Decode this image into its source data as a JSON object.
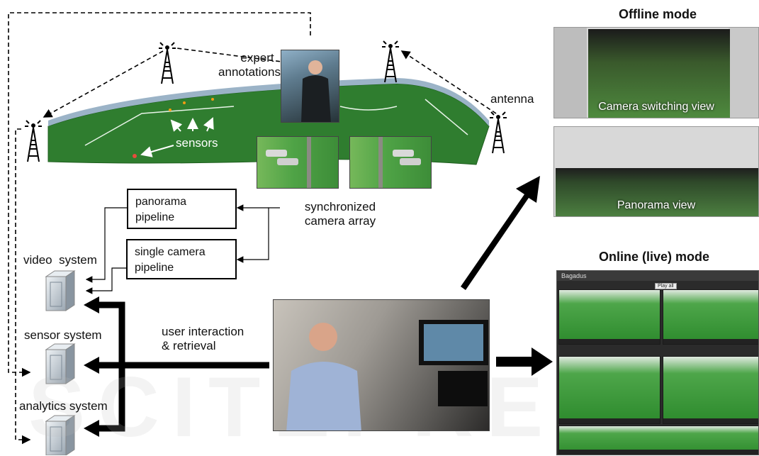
{
  "labels": {
    "offline_mode": "Offline mode",
    "online_mode": "Online (live) mode",
    "expert_annotations": [
      "expert",
      "annotations"
    ],
    "antenna": "antenna",
    "sensors": "sensors",
    "synchronized_camera_array": [
      "synchronized",
      "camera array"
    ],
    "panorama_pipeline": [
      "panorama",
      "pipeline"
    ],
    "single_camera_pipeline": [
      "single camera",
      "pipeline"
    ],
    "video_system": "video  system",
    "sensor_system": "sensor system",
    "analytics_system": "analytics system",
    "user_interaction": [
      "user interaction",
      "& retrieval"
    ],
    "camera_switching_view": "Camera switching view",
    "panorama_view": "Panorama view",
    "app_name": "Bagadus",
    "play_all": "Play all"
  },
  "watermark": "SCITEPRESS",
  "colors": {
    "arrow": "#000000",
    "pitch_green": "#2f7d2f",
    "server_body": "#cfd6dd"
  }
}
